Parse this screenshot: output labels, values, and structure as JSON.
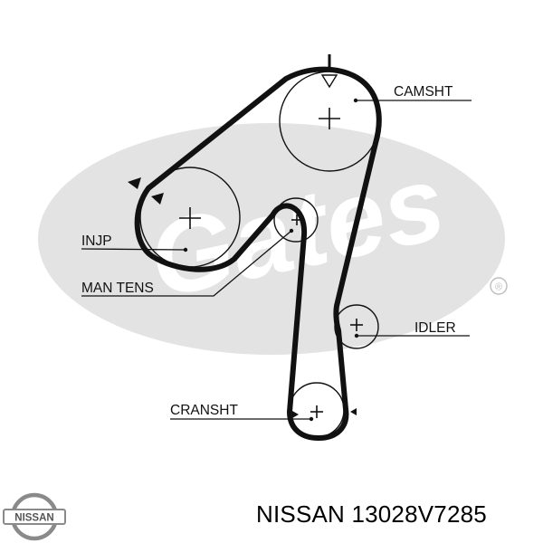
{
  "labels": {
    "camshaft": "CAMSHT",
    "injection_pump": "INJP",
    "manual_tensioner": "MAN TENS",
    "idler": "IDLER",
    "crankshaft": "CRANSHT"
  },
  "watermark": {
    "text": "Gates",
    "registered_mark": "®"
  },
  "caption": {
    "brand": "NISSAN",
    "part_number": "13028V7285"
  },
  "logo": {
    "text": "NISSAN"
  },
  "colors": {
    "belt": "#111111",
    "watermark_gray": "#e3e3e3",
    "logo_gray": "#8a8a8a"
  }
}
